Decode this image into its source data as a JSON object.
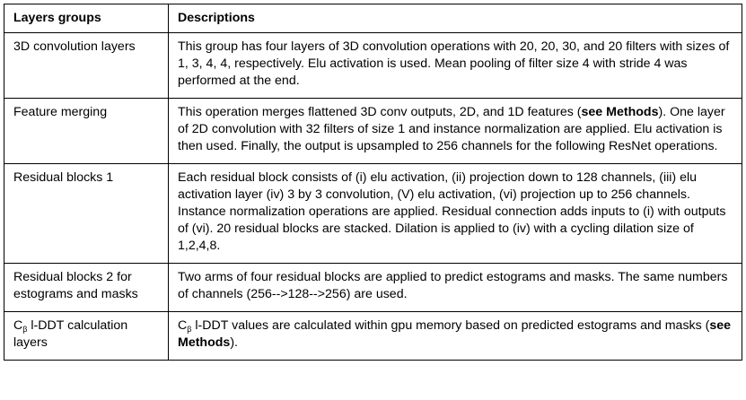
{
  "table": {
    "headers": [
      "Layers groups",
      "Descriptions"
    ],
    "rows": [
      {
        "group": "3D convolution layers",
        "description": "This group has four layers of 3D convolution operations with 20, 20, 30, and 20 filters with sizes of 1, 3, 4, 4, respectively. Elu activation is used. Mean pooling of filter size 4 with stride 4 was performed at the end."
      },
      {
        "group": "Feature merging",
        "description_before": "This operation merges flattened 3D conv outputs, 2D, and 1D features (",
        "description_bold": "see Methods",
        "description_after": "). One layer of 2D convolution with 32 filters of size 1 and instance normalization are applied. Elu activation is then used. Finally, the output is upsampled to 256 channels for the following ResNet operations."
      },
      {
        "group": "Residual blocks 1",
        "description": "Each residual block consists of (i) elu activation, (ii) projection down to 128 channels, (iii) elu activation layer (iv) 3 by 3 convolution, (V) elu activation, (vi) projection up to 256 channels. Instance normalization operations are applied. Residual connection adds inputs to (i) with outputs of (vi). 20 residual blocks are stacked. Dilation is applied to (iv) with a cycling dilation size of 1,2,4,8."
      },
      {
        "group": "Residual blocks 2 for estograms and masks",
        "description": "Two arms of four residual blocks are applied to predict estograms and masks. The same numbers of channels (256-->128-->256) are used."
      },
      {
        "group_symbol": "C",
        "group_symbol_sub": "β",
        "group_rest": " l-DDT calculation layers",
        "description_symbol": "C",
        "description_symbol_sub": "β",
        "description_before": " l-DDT values are calculated within gpu memory based on predicted estograms and masks (",
        "description_bold": "see Methods",
        "description_after": ")."
      }
    ]
  }
}
